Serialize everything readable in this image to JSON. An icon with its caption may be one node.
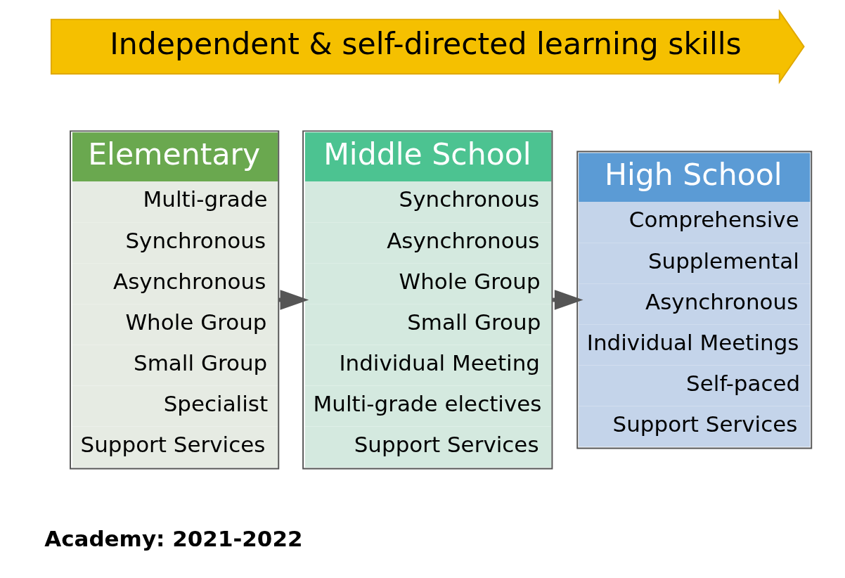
{
  "diagram": {
    "nodes": [
      {
        "text": [
          "Independent & self-directed learning skills"
        ]
      },
      {
        "text": [
          "Elementary",
          "Multi-grade",
          "Synchronous",
          "Asynchronous",
          "Whole Group",
          "Small Group",
          "Specialist",
          "Support Services"
        ]
      },
      {
        "text": [
          "Middle School",
          "Synchronous",
          "Asynchronous",
          "Whole Group",
          "Small Group",
          "Individual Meeting",
          "Multi-grade electives",
          "Support Services"
        ]
      },
      {
        "text": [
          "High School",
          "Comprehensive",
          "Supplemental",
          "Asynchronous",
          "Individual Meetings",
          "Self-paced",
          "Support Services"
        ]
      }
    ],
    "edges": [
      {
        "from": 1,
        "to": 2,
        "arrow": "to"
      },
      {
        "from": 2,
        "to": 3,
        "arrow": "to"
      }
    ],
    "labels": [
      "Academy: 2021-2022"
    ]
  }
}
